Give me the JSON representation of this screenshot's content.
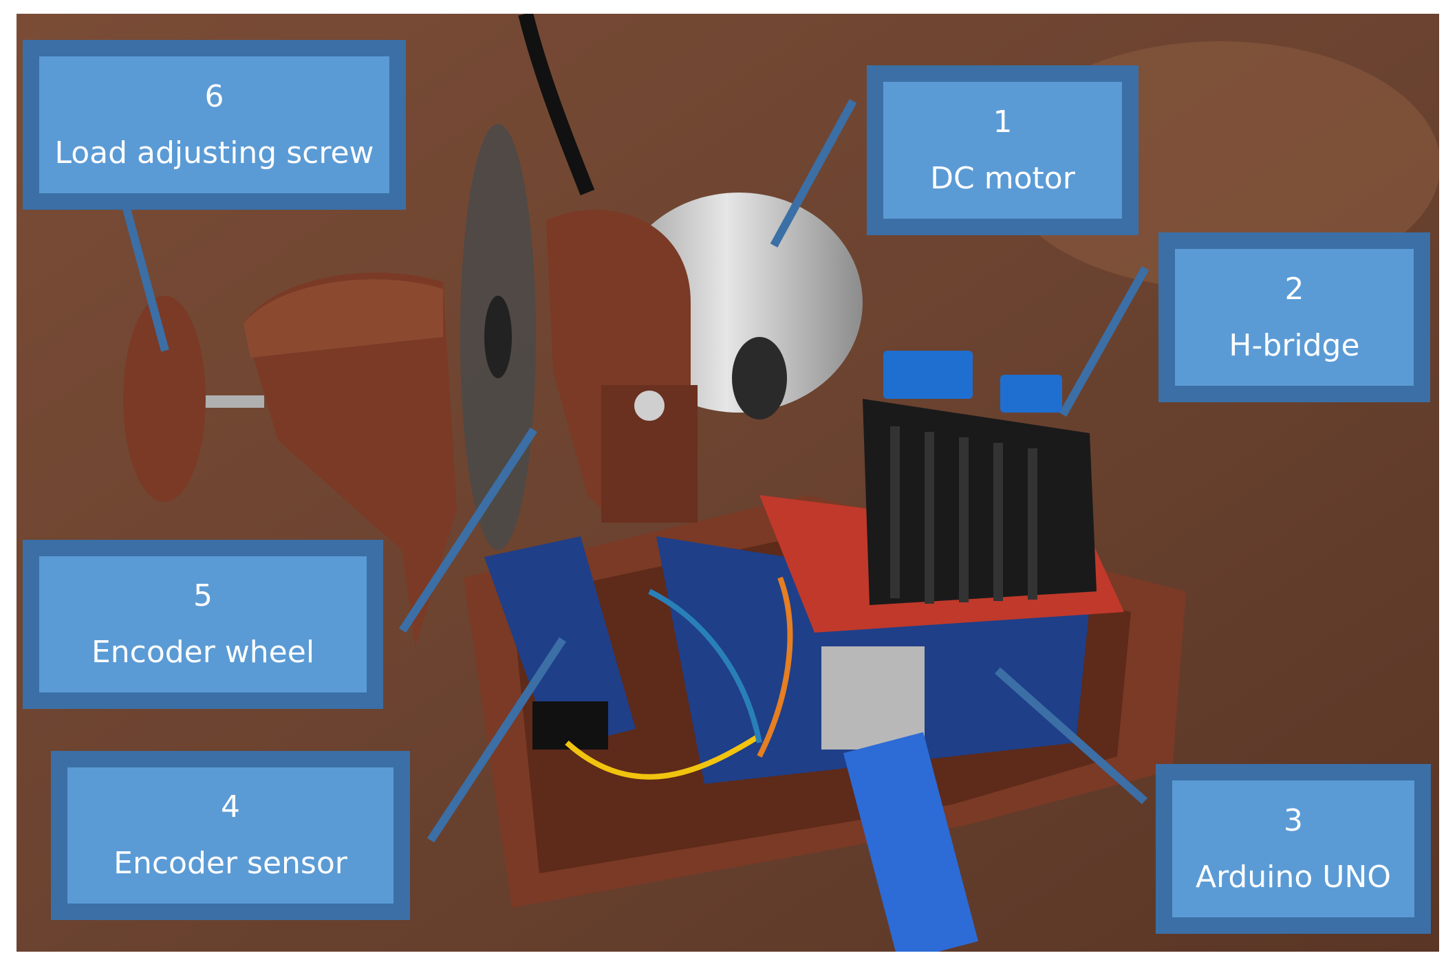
{
  "figure": {
    "callouts": [
      {
        "number": "1",
        "label": "DC motor"
      },
      {
        "number": "2",
        "label": "H-bridge"
      },
      {
        "number": "3",
        "label": "Arduino UNO"
      },
      {
        "number": "4",
        "label": "Encoder sensor"
      },
      {
        "number": "5",
        "label": "Encoder wheel"
      },
      {
        "number": "6",
        "label": "Load adjusting screw"
      }
    ]
  },
  "colors": {
    "callout_fill": "#5b9bd5",
    "callout_border": "#3b6fa6",
    "leader_line": "#3b6fa6",
    "table_surface": "#6b4330",
    "enclosure": "#7a3a26",
    "motor_housing": "#c8c8c8",
    "arduino_board": "#1f3f88",
    "hbridge_board": "#c0392b",
    "heatsink": "#1a1a1a",
    "usb_cable": "#2d6bd6"
  }
}
